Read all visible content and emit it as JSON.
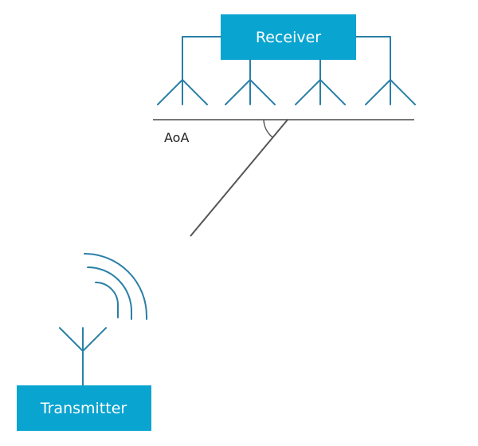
{
  "diagram": {
    "receiver": {
      "label": "Receiver",
      "antenna_count": 4
    },
    "transmitter": {
      "label": "Transmitter"
    },
    "angle": {
      "label": "AoA"
    }
  },
  "colors": {
    "box_fill": "#0aa4d0",
    "line": "#2a7fa6",
    "baseline": "#777777",
    "ray": "#555555",
    "text_on_box": "#ffffff",
    "label_text": "#222222"
  }
}
